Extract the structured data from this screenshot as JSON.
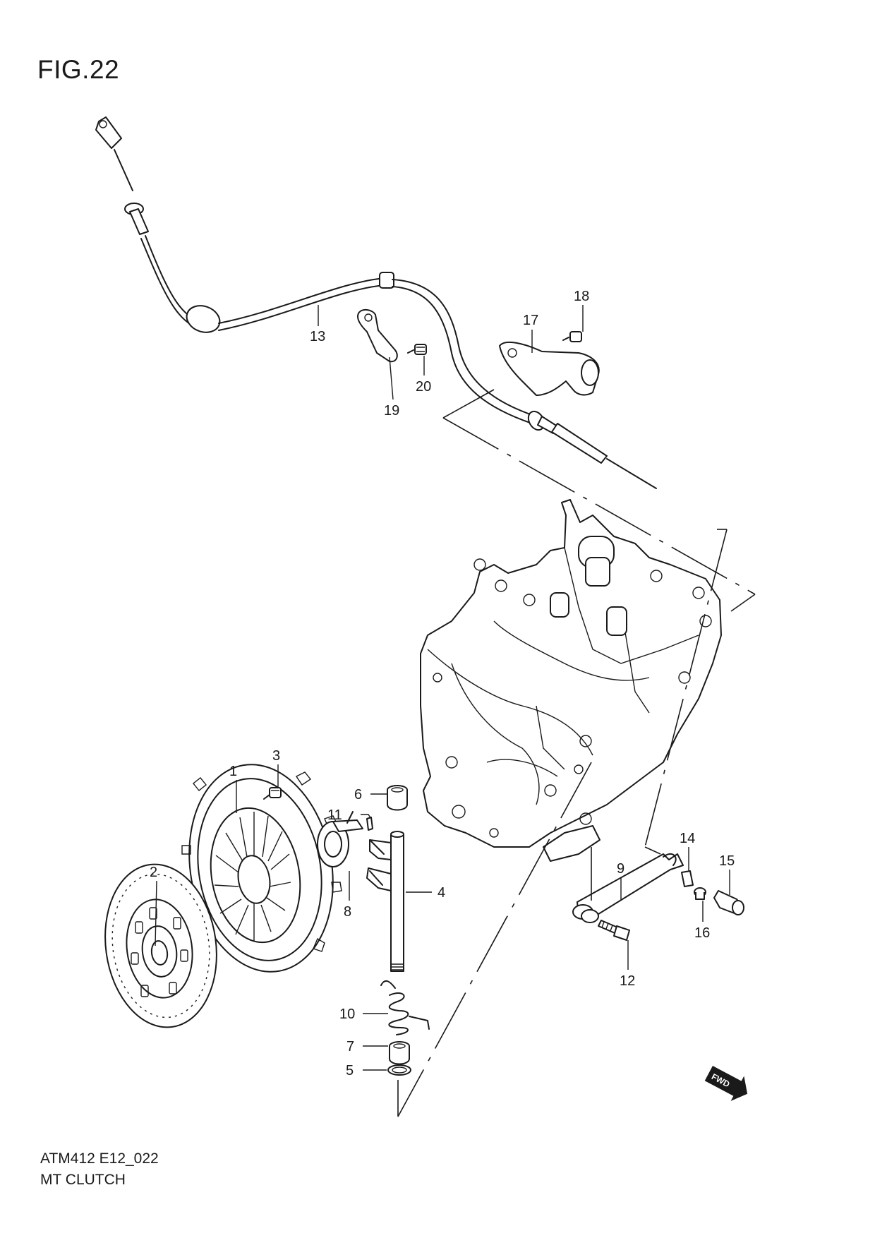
{
  "figure": {
    "title": "FIG.22"
  },
  "footer": {
    "code": "ATM412 E12_022",
    "name": "MT CLUTCH"
  },
  "fwd_badge": {
    "label": "FWD"
  },
  "callouts": [
    {
      "id": "1",
      "label": "1"
    },
    {
      "id": "2",
      "label": "2"
    },
    {
      "id": "3",
      "label": "3"
    },
    {
      "id": "4",
      "label": "4"
    },
    {
      "id": "5",
      "label": "5"
    },
    {
      "id": "6",
      "label": "6"
    },
    {
      "id": "7",
      "label": "7"
    },
    {
      "id": "8",
      "label": "8"
    },
    {
      "id": "9",
      "label": "9"
    },
    {
      "id": "10",
      "label": "10"
    },
    {
      "id": "11",
      "label": "11"
    },
    {
      "id": "12",
      "label": "12"
    },
    {
      "id": "13",
      "label": "13"
    },
    {
      "id": "14",
      "label": "14"
    },
    {
      "id": "15",
      "label": "15"
    },
    {
      "id": "16",
      "label": "16"
    },
    {
      "id": "17",
      "label": "17"
    },
    {
      "id": "18",
      "label": "18"
    },
    {
      "id": "19",
      "label": "19"
    },
    {
      "id": "20",
      "label": "20"
    }
  ]
}
